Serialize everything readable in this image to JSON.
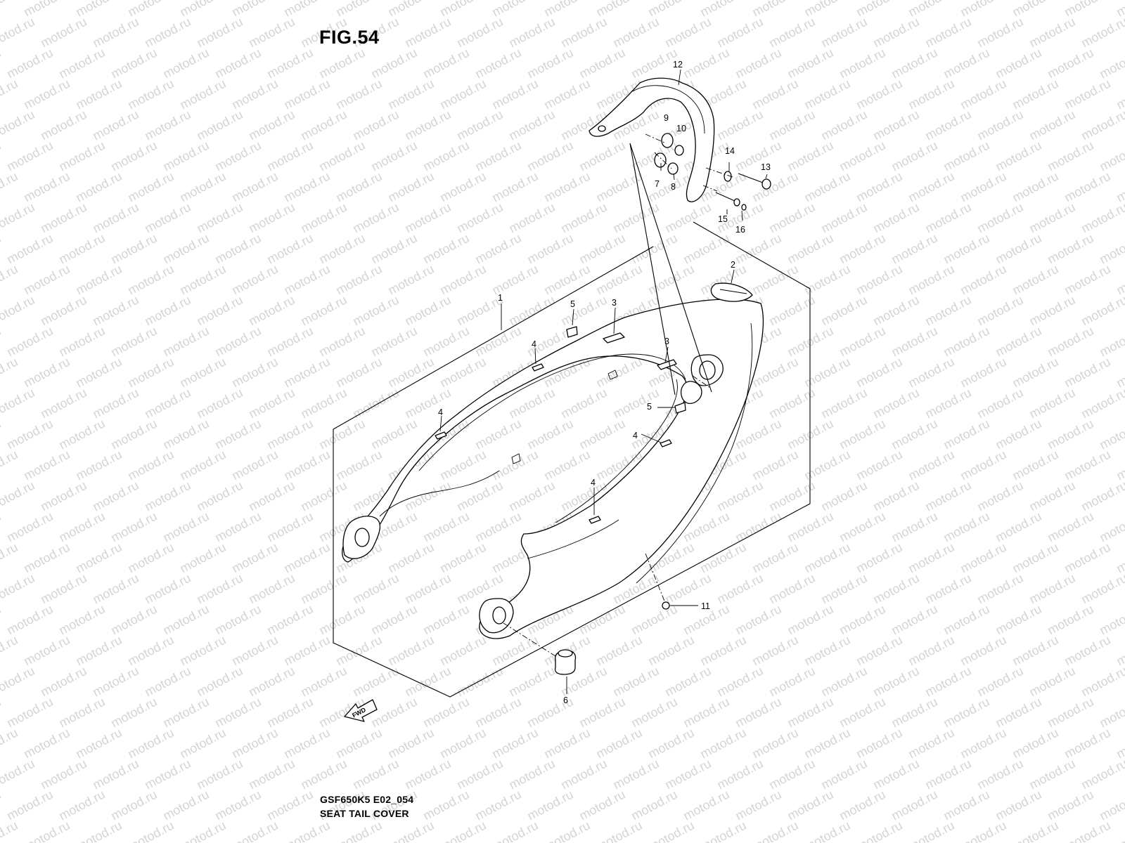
{
  "figure": {
    "title": "FIG.54",
    "code": "GSF650K5 E02_054",
    "name": "SEAT TAIL COVER"
  },
  "watermark": {
    "text": "motod.ru",
    "color": "#d4d4d4"
  },
  "fwd_arrow": {
    "label": "FWD"
  },
  "callouts": [
    {
      "id": "c1",
      "label": "1"
    },
    {
      "id": "c2",
      "label": "2"
    },
    {
      "id": "c3a",
      "label": "3"
    },
    {
      "id": "c3b",
      "label": "3"
    },
    {
      "id": "c4a",
      "label": "4"
    },
    {
      "id": "c4b",
      "label": "4"
    },
    {
      "id": "c4c",
      "label": "4"
    },
    {
      "id": "c4d",
      "label": "4"
    },
    {
      "id": "c5a",
      "label": "5"
    },
    {
      "id": "c5b",
      "label": "5"
    },
    {
      "id": "c6",
      "label": "6"
    },
    {
      "id": "c7",
      "label": "7"
    },
    {
      "id": "c8",
      "label": "8"
    },
    {
      "id": "c9",
      "label": "9"
    },
    {
      "id": "c10",
      "label": "10"
    },
    {
      "id": "c11",
      "label": "11"
    },
    {
      "id": "c12",
      "label": "12"
    },
    {
      "id": "c13",
      "label": "13"
    },
    {
      "id": "c14",
      "label": "14"
    },
    {
      "id": "c15",
      "label": "15"
    },
    {
      "id": "c16",
      "label": "16"
    }
  ]
}
